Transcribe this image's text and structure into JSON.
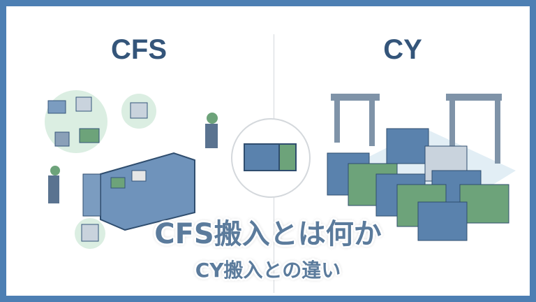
{
  "left_heading": "CFS",
  "right_heading": "CY",
  "title": "CFS搬入とは何か",
  "subtitle": "CY搬入との違い",
  "colors": {
    "frame": "#4d7fb3",
    "heading": "#34557a",
    "title": "#5b7b9c",
    "container_blue": "#5a82ad",
    "container_green": "#6da37a"
  }
}
